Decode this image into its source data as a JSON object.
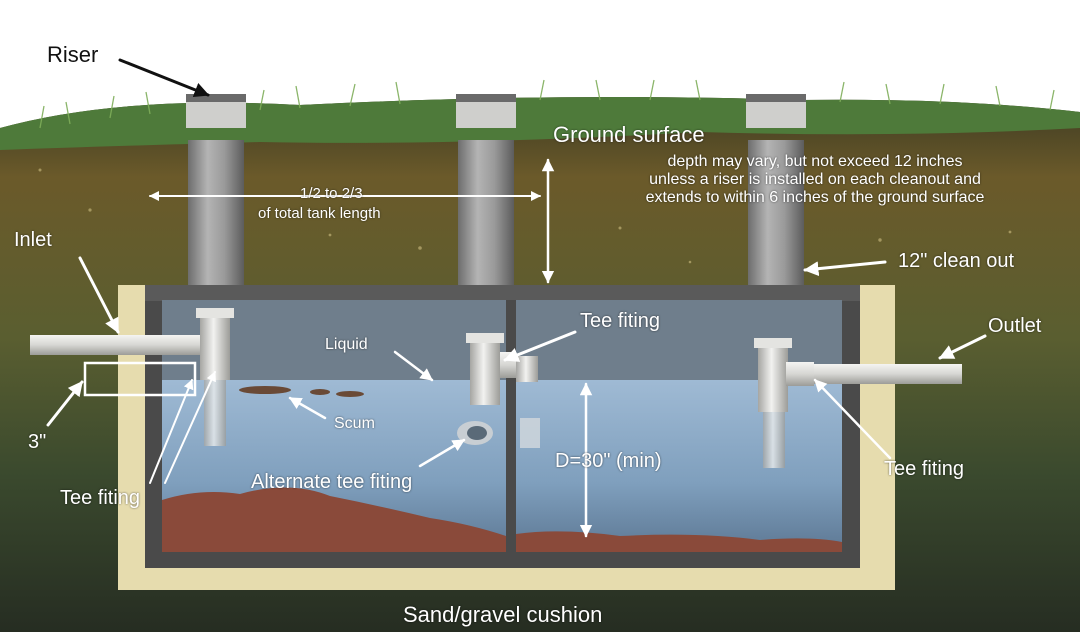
{
  "diagram": {
    "labels": {
      "riser": "Riser",
      "ground_surface": "Ground surface",
      "depth_note": [
        "depth may vary, but not exceed 12 inches",
        "unless a riser is installed on each cleanout and",
        "extends to within 6 inches of the ground surface"
      ],
      "spacing_line1": "1/2 to 2/3",
      "spacing_line2": "of total tank length",
      "inlet": "Inlet",
      "clean_out": "12\" clean out",
      "outlet": "Outlet",
      "tee_fitting_top": "Tee fiting",
      "liquid": "Liquid",
      "scum": "Scum",
      "three_inch": "3\"",
      "alternate_tee": "Alternate tee fiting",
      "depth_min": "D=30\" (min)",
      "tee_fitting_left": "Tee fiting",
      "tee_fitting_right": "Tee fiting",
      "sand_cushion": "Sand/gravel cushion"
    },
    "colors": {
      "sky": "#ffffff",
      "grass": "#4e7a3a",
      "soil_top": "#6b5a2a",
      "soil_deep": "#2f3a2a",
      "sand": "#e6dcae",
      "concrete": "#4a4a4a",
      "liquid": "#8fb0cc",
      "sludge": "#8a4a3a",
      "pipe": "#d8d8d6",
      "riser_pipe": "#8d8d8d"
    }
  }
}
